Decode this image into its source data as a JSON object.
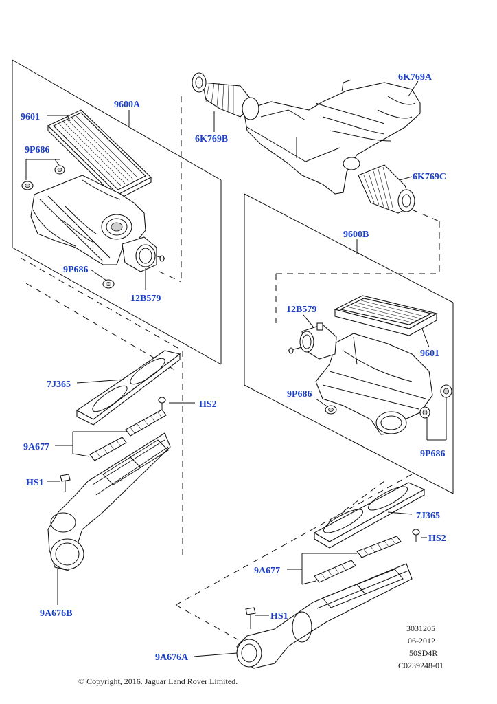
{
  "callouts": {
    "c_9601_top": "9601",
    "c_9600A": "9600A",
    "c_9P686_top": "9P686",
    "c_9P686_mid": "9P686",
    "c_12B579_left": "12B579",
    "c_6K769A": "6K769A",
    "c_6K769B": "6K769B",
    "c_6K769C": "6K769C",
    "c_9600B": "9600B",
    "c_12B579_right": "12B579",
    "c_9601_right": "9601",
    "c_9P686_right_a": "9P686",
    "c_9P686_right_b": "9P686",
    "c_7J365_left": "7J365",
    "c_HS2_left": "HS2",
    "c_9A677_left": "9A677",
    "c_HS1_left": "HS1",
    "c_9A676B": "9A676B",
    "c_7J365_right": "7J365",
    "c_HS2_right": "HS2",
    "c_9A677_right": "9A677",
    "c_HS1_right": "HS1",
    "c_9A676A": "9A676A"
  },
  "reference_block": [
    "3031205",
    "06-2012",
    "50SD4R",
    "C0239248-01"
  ],
  "copyright": "© Copyright, 2016. Jaguar Land Rover Limited.",
  "colors": {
    "callout": "#1a3fc4",
    "line": "#111111",
    "background": "#ffffff"
  }
}
